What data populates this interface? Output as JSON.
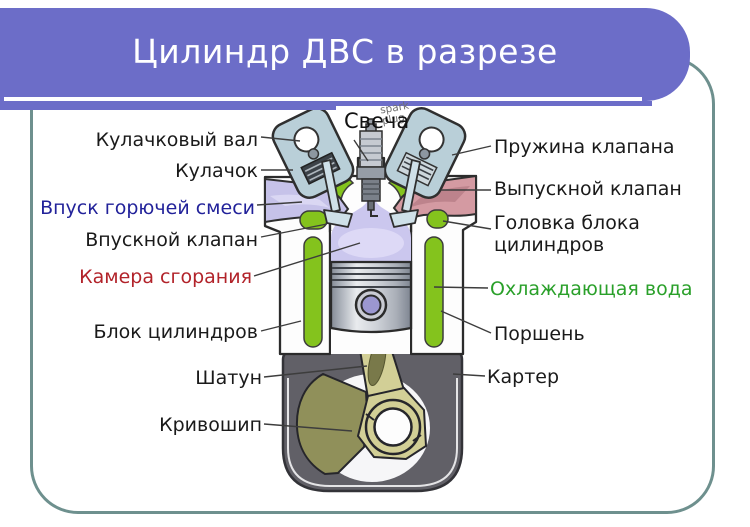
{
  "slide": {
    "title": "Цилиндр ДВС в разрезе"
  },
  "diagram": {
    "center_label": "Свеча",
    "center_label_small": "spark\nplug",
    "left_labels": [
      "Кулачковый вал",
      "Кулачок",
      "Впуск горючей смеси",
      "Впускной клапан",
      "Камера сгорания",
      "Блок цилиндров",
      "Шатун",
      "Кривошип"
    ],
    "right_labels": [
      "Пружина клапана",
      "Выпускной клапан",
      "Головка блока цилиндров",
      "Охлаждающая вода",
      "Поршень",
      "Картер"
    ]
  },
  "colors": {
    "banner_purple": "#6c6dc8",
    "frame_teal": "#6e908e",
    "label_black": "#1a1a1a",
    "label_blue": "#22229a",
    "label_red": "#b2232a",
    "label_green": "#2aa02a",
    "coolant_green": "#84c31d",
    "intake_lavender": "#c6c2e9",
    "exhaust_pink": "#d49aa2",
    "chamber_lavender": "#cbc7ee",
    "crankcase_gray": "#616067",
    "rod_tan": "#d2cf96",
    "crank_olive": "#90905a",
    "pin_purple": "#9b97d0"
  }
}
